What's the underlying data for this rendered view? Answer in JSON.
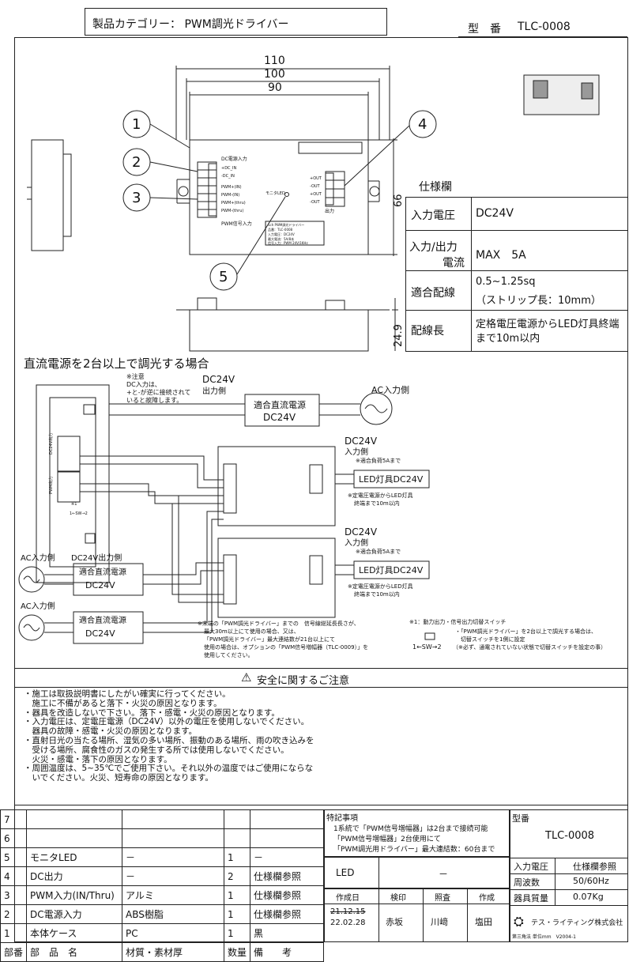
{
  "header": {
    "category": "製品カテゴリー： PWM調光ドライバー",
    "model_label": "型　番",
    "model": "TLC-0008"
  },
  "drawing": {
    "dims": {
      "d110": "110",
      "d100": "100",
      "d90": "90",
      "d66": "66",
      "d249": "24.9"
    },
    "callouts": [
      "1",
      "2",
      "3",
      "4",
      "5"
    ],
    "label_dc_in": "DC電源入力",
    "label_pwm_in": "PWM信号入力",
    "label_out": "出力",
    "label_monitor": "モニタLED",
    "term_dc": [
      "+DC_IN",
      "-DC_IN"
    ],
    "term_pwm": [
      "PWM+(IN)",
      "PWM-(IN)",
      "PWM+(thru)",
      "PWM-(thru)"
    ],
    "term_out": [
      "+OUT",
      "-OUT",
      "+OUT",
      "-OUT"
    ],
    "nameplate": [
      "1ch PWM調光ドライバー",
      "品番：TLC-0008",
      "入力電圧：DC24V",
      "最大電流：5A/8本",
      "信号入力：PWM 24V/1KHz"
    ]
  },
  "spec": {
    "title": "仕様欄",
    "rows": [
      {
        "k": "入力電圧",
        "v": "DC24V"
      },
      {
        "k": "入力/出力電流",
        "k1": "入力/出力",
        "k2": "電流",
        "v": "MAX　5A"
      },
      {
        "k": "適合配線",
        "v1": "0.5~1.25sq",
        "v2": "（ストリップ長：10mm）"
      },
      {
        "k": "配線長",
        "v1": "定格電圧電源からLED灯具終端",
        "v2": "まで10m以内"
      }
    ]
  },
  "wiring": {
    "title": "直流電源を2台以上で調光する場合",
    "note_dc": [
      "※注意",
      "DC入力は、",
      "+と-が逆に接続されて",
      "いると故障します。"
    ],
    "dc24v_out": "DC24V",
    "dc24v_out2": "出力側",
    "psu": "適合直流電源",
    "psu_v": "DC24V",
    "ac_in": "AC入力側",
    "dc24v_in": "DC24V",
    "dc24v_in2": "入力側",
    "load_note": "※適合負荷5Aまで",
    "led": "LED灯具DC24V",
    "len_note1": "※定電圧電源からLED灯具",
    "len_note2": "終端まで10m以内",
    "dc24v_out_side": "DC24V出力側",
    "sw_label": "1←SW→2",
    "sw_label_panel": "1←SW→2",
    "note_end": [
      "※末端の「PWM調光ドライバー」までの　信号線総延長長さが、",
      "最大30m以上にて使用の場合、又は、",
      "「PWM調光ドライバー」最大連結数が21台以上にて",
      "使用の場合は、オプションの「PWM信号増幅器（TLC-0009）」を",
      "使用してください。"
    ],
    "note_sw": [
      "※1：動力出力・信号出力切替スイッチ",
      "・「PWM調光ドライバー」を2台以上で調光する場合は、",
      "切替スイッチを1側に設定",
      "（※必ず、通電されていない状態で切替スイッチを設定の事）"
    ],
    "panel_labels": [
      "DC24V出力",
      "PWM出力",
      "※1"
    ]
  },
  "safety": {
    "title": "安全に関するご注意",
    "lines": [
      "・施工は取扱説明書にしたがい確実に行ってください。",
      "　施工に不備があると落下・火災の原因となります。",
      "・器具を改造しないで下さい。落下・感電・火災の原因となります。",
      "・入力電圧は、定電圧電源（DC24V）以外の電圧を使用しないでください。",
      "　器具の故障・感電・火災の原因となります。",
      "・直射日光の当たる場所、湿気の多い場所、振動のある場所、雨の吹き込みを",
      "　受ける場所、腐食性のガスの発生する所では使用しないでください。",
      "　火災・感電・落下の原因となります。",
      "・周囲温度は、5~35℃でご使用下さい。それ以外の温度ではご使用にならな",
      "　いでください。火災、短寿命の原因となります。"
    ]
  },
  "parts": {
    "rows": [
      {
        "no": "7",
        "name": "",
        "mat": "",
        "qty": "",
        "note": ""
      },
      {
        "no": "6",
        "name": "",
        "mat": "",
        "qty": "",
        "note": ""
      },
      {
        "no": "5",
        "name": "モニタLED",
        "mat": "－",
        "qty": "1",
        "note": "－"
      },
      {
        "no": "4",
        "name": "DC出力",
        "mat": "－",
        "qty": "2",
        "note": "仕様欄参照"
      },
      {
        "no": "3",
        "name": "PWM入力(IN/Thru)",
        "mat": "アルミ",
        "qty": "1",
        "note": "仕様欄参照"
      },
      {
        "no": "2",
        "name": "DC電源入力",
        "mat": "ABS樹脂",
        "qty": "1",
        "note": "仕様欄参照"
      },
      {
        "no": "1",
        "name": "本体ケース",
        "mat": "PC",
        "qty": "1",
        "note": "黒"
      }
    ],
    "head": {
      "no": "部番",
      "name": "部　品　名",
      "mat": "材質・素材厚",
      "qty": "数量",
      "note": "備　　考"
    }
  },
  "notes_box": {
    "title": "特記事項",
    "lines": [
      "1系統で「PWM信号増幅器」は2台まで接続可能",
      "「PWM信号増幅器」2台使用にて",
      "「PWM調光用ドライバー」最大連結数：60台まで"
    ]
  },
  "led_row": {
    "k": "LED",
    "v": "－"
  },
  "approval": {
    "h": [
      "作成日",
      "検印",
      "照査",
      "作成"
    ],
    "old_date": "21.12.15",
    "date": "22.02.28",
    "v": [
      "赤坂",
      "川﨑",
      "塩田"
    ]
  },
  "model_box": {
    "label": "型番",
    "value": "TLC-0008",
    "specs": [
      {
        "k": "入力電圧",
        "v": "仕様欄参照"
      },
      {
        "k": "周波数",
        "v": "50/60Hz"
      },
      {
        "k": "器具質量",
        "v": "0.07Kg"
      }
    ]
  },
  "company": "テス・ライティング株式会社",
  "footer": "第三角法 単位mm　V2004-1"
}
